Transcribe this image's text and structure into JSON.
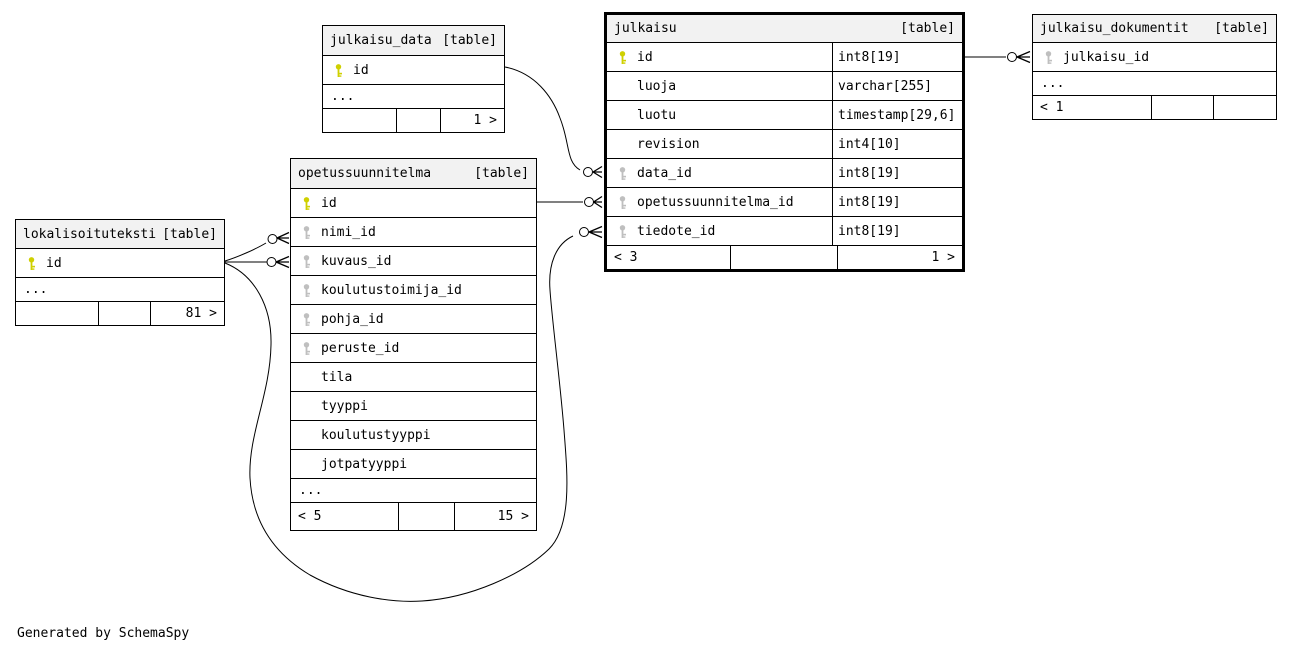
{
  "page": {
    "footer_note": "Generated by SchemaSpy"
  },
  "colors": {
    "primary_key": "#cfd000",
    "foreign_key": "#bfbfbf",
    "header_bg": "#f2f2f2",
    "border": "#000000",
    "background": "#ffffff"
  },
  "tables": [
    {
      "key": "julkaisu_data",
      "name": "julkaisu_data",
      "badge": "[table]",
      "emphasized": false,
      "columns": [
        {
          "name": "id",
          "icon": "primary-key"
        }
      ],
      "more_indicator": "...",
      "pager": {
        "left": "",
        "middle": "",
        "right": "1 >"
      }
    },
    {
      "key": "julkaisu",
      "name": "julkaisu",
      "badge": "[table]",
      "emphasized": true,
      "columns": [
        {
          "name": "id",
          "type": "int8[19]",
          "icon": "primary-key"
        },
        {
          "name": "luoja",
          "type": "varchar[255]"
        },
        {
          "name": "luotu",
          "type": "timestamp[29,6]"
        },
        {
          "name": "revision",
          "type": "int4[10]"
        },
        {
          "name": "data_id",
          "type": "int8[19]",
          "icon": "foreign-key"
        },
        {
          "name": "opetussuunnitelma_id",
          "type": "int8[19]",
          "icon": "foreign-key"
        },
        {
          "name": "tiedote_id",
          "type": "int8[19]",
          "icon": "foreign-key"
        }
      ],
      "more_indicator": "",
      "pager": {
        "left": "< 3",
        "middle": "",
        "right": "1 >"
      }
    },
    {
      "key": "julkaisu_dokumentit",
      "name": "julkaisu_dokumentit",
      "badge": "[table]",
      "emphasized": false,
      "columns": [
        {
          "name": "julkaisu_id",
          "icon": "foreign-key"
        }
      ],
      "more_indicator": "...",
      "pager": {
        "left": "< 1",
        "middle": "",
        "right": ""
      }
    },
    {
      "key": "opetussuunnitelma",
      "name": "opetussuunnitelma",
      "badge": "[table]",
      "emphasized": false,
      "columns": [
        {
          "name": "id",
          "icon": "primary-key"
        },
        {
          "name": "nimi_id",
          "icon": "foreign-key"
        },
        {
          "name": "kuvaus_id",
          "icon": "foreign-key"
        },
        {
          "name": "koulutustoimija_id",
          "icon": "foreign-key"
        },
        {
          "name": "pohja_id",
          "icon": "foreign-key"
        },
        {
          "name": "peruste_id",
          "icon": "foreign-key"
        },
        {
          "name": "tila"
        },
        {
          "name": "tyyppi"
        },
        {
          "name": "koulutustyyppi"
        },
        {
          "name": "jotpatyyppi"
        }
      ],
      "more_indicator": "...",
      "pager": {
        "left": "< 5",
        "middle": "",
        "right": "15 >"
      }
    },
    {
      "key": "lokalisoituteksti",
      "name": "lokalisoituteksti",
      "badge": "[table]",
      "emphasized": false,
      "columns": [
        {
          "name": "id",
          "icon": "primary-key"
        }
      ],
      "more_indicator": "...",
      "pager": {
        "left": "",
        "middle": "",
        "right": "81 >"
      }
    }
  ],
  "relationships": [
    {
      "from": "julkaisu_data.id",
      "to": "julkaisu.data_id"
    },
    {
      "from": "opetussuunnitelma.id",
      "to": "julkaisu.opetussuunnitelma_id"
    },
    {
      "from": "lokalisoituteksti.id",
      "to": "julkaisu.tiedote_id"
    },
    {
      "from": "lokalisoituteksti.id",
      "to": "opetussuunnitelma.nimi_id"
    },
    {
      "from": "lokalisoituteksti.id",
      "to": "opetussuunnitelma.kuvaus_id"
    },
    {
      "from": "julkaisu.id",
      "to": "julkaisu_dokumentit.julkaisu_id"
    }
  ]
}
